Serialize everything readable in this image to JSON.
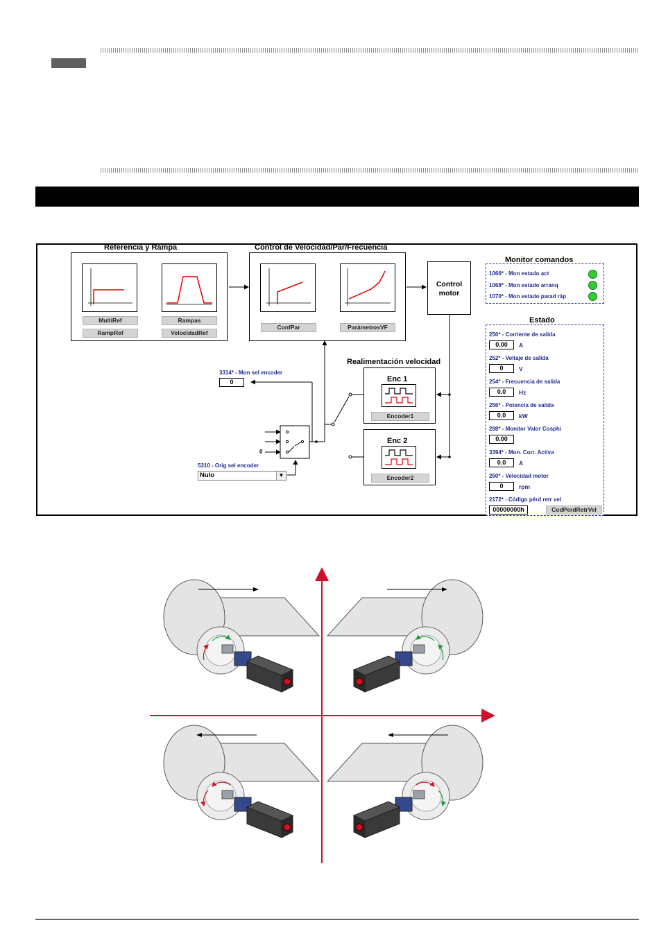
{
  "diagram": {
    "ref_panel_title": "Referencia y Rampa",
    "ctrl_panel_title": "Control de Velocidad/Par/Frecuencia",
    "buttons": {
      "multiref": "MultiRef",
      "rampref": "RampRef",
      "rampas": "Rampas",
      "velocidadref": "VelocidadRef",
      "confpar": "ConfPar",
      "parametrosvf": "ParámetrosVF",
      "encoder1": "Encoder1",
      "encoder2": "Encoder2",
      "codperd": "CodPerdRetrVel"
    },
    "control_motor": [
      "Control",
      "motor"
    ],
    "feedback_title": "Realimentación velocidad",
    "enc1": "Enc 1",
    "enc2": "Enc 2",
    "mon_sel_encoder": {
      "label": "3314* - Mon sel encoder",
      "value": "0"
    },
    "orig_sel_encoder": {
      "label": "5310 - Orig sel encoder",
      "selected": "Nulo"
    },
    "switch_zero": "0",
    "monitor_commands": {
      "title": "Monitor comandos",
      "items": [
        {
          "label": "1066* - Mon estado act",
          "color": "#33cc33"
        },
        {
          "label": "1068* - Mon estado arranq",
          "color": "#33cc33"
        },
        {
          "label": "1070* - Mon estado parad ráp",
          "color": "#33cc33"
        }
      ]
    },
    "estado": {
      "title": "Estado",
      "items": [
        {
          "label": "250* - Corriente de salida",
          "value": "0.00",
          "unit": "A"
        },
        {
          "label": "252* - Voltaje de salida",
          "value": "0",
          "unit": "V"
        },
        {
          "label": "254* - Frecuencia de salida",
          "value": "0.0",
          "unit": "Hz"
        },
        {
          "label": "256* - Potencia de salida",
          "value": "0.0",
          "unit": "kW"
        },
        {
          "label": "288* - Monitor Valor Cosphi",
          "value": "0.00",
          "unit": ""
        },
        {
          "label": "3394* - Mon. Corr. Activa",
          "value": "0.0",
          "unit": "A"
        },
        {
          "label": "260* - Velocidad motor",
          "value": "0",
          "unit": "rpm"
        },
        {
          "label": "2172* - Código pérd retr vel",
          "value": "00000000h",
          "unit": ""
        }
      ]
    }
  }
}
